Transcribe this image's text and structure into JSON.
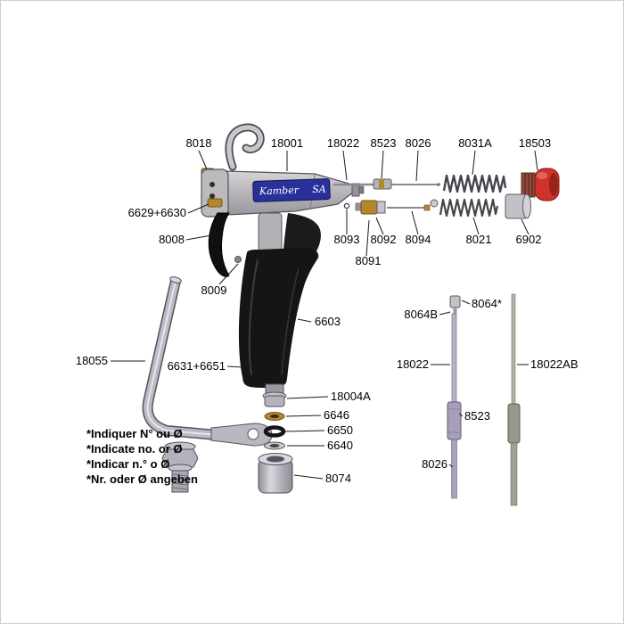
{
  "diagram": {
    "brand": "Kamber",
    "brand_suffix": "SA",
    "labels": {
      "p8018": "8018",
      "p18001": "18001",
      "p18022_top": "18022",
      "p8523_top": "8523",
      "p8026_top": "8026",
      "p8031A": "8031A",
      "p18503": "18503",
      "p6629_6630": "6629+6630",
      "p8008": "8008",
      "p8009": "8009",
      "p8093": "8093",
      "p8092": "8092",
      "p8094": "8094",
      "p8021": "8021",
      "p6902": "6902",
      "p8091": "8091",
      "p6603": "6603",
      "p18055": "18055",
      "p6631_6651": "6631+6651",
      "p18004A": "18004A",
      "p6646": "6646",
      "p6650": "6650",
      "p6640": "6640",
      "p8074": "8074",
      "p8064B": "8064B",
      "p8064s": "8064*",
      "p18022_right": "18022",
      "p18022AB": "18022AB",
      "p8523_right": "8523",
      "p8026_right": "8026"
    },
    "notes": [
      "*Indiquer N° ou Ø",
      "*Indicate no. or Ø",
      "*Indicar n.° o Ø",
      "*Nr. oder Ø angeben"
    ]
  }
}
